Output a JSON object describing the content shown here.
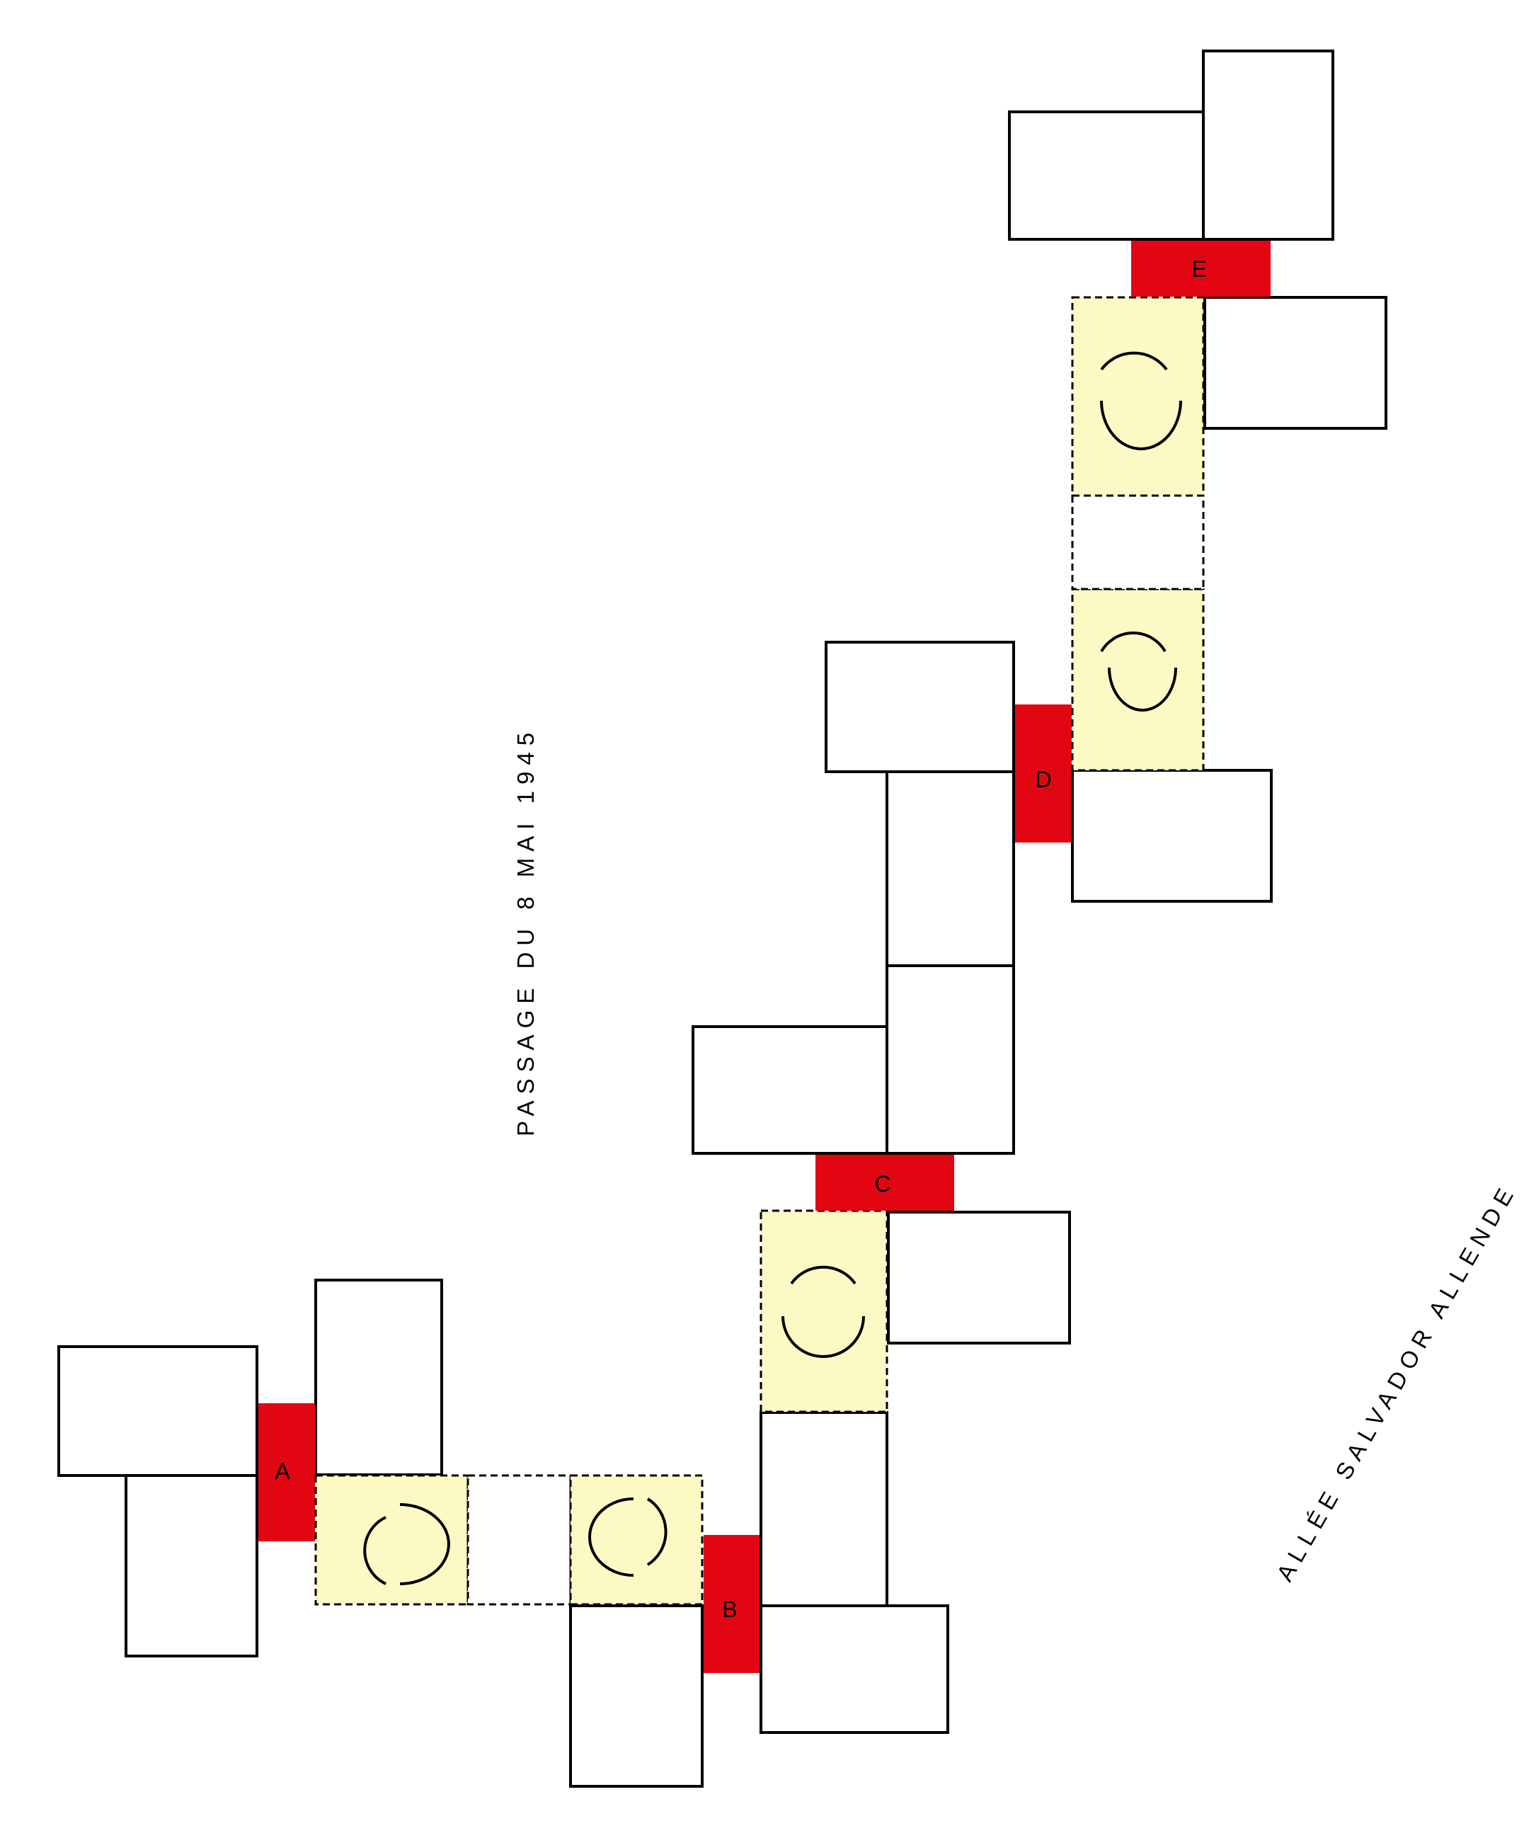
{
  "streets": {
    "passage": "PASSAGE DU 8 MAI 1945",
    "allee": "ALLÉE SALVADOR ALLENDE"
  },
  "connectors": [
    {
      "id": "A",
      "label": "A"
    },
    {
      "id": "B",
      "label": "B"
    },
    {
      "id": "C",
      "label": "C"
    },
    {
      "id": "D",
      "label": "D"
    },
    {
      "id": "E",
      "label": "E"
    }
  ],
  "colors": {
    "connector": "#e20613",
    "courtyard": "#fdf9c4",
    "outline": "#000000"
  }
}
